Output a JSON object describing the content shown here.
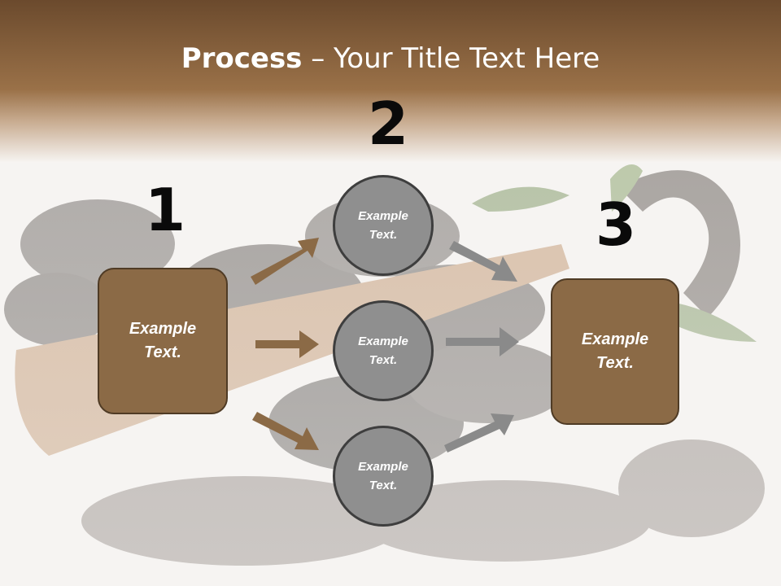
{
  "title": {
    "bold": "Process",
    "rest": " – Your Title Text Here"
  },
  "steps": {
    "one": "1",
    "two": "2",
    "three": "3"
  },
  "left_box": {
    "line1": "Example",
    "line2": "Text."
  },
  "circles": [
    {
      "line1": "Example",
      "line2": "Text."
    },
    {
      "line1": "Example",
      "line2": "Text."
    },
    {
      "line1": "Example",
      "line2": "Text."
    }
  ],
  "right_box": {
    "line1": "Example",
    "line2": "Text."
  },
  "colors": {
    "banner": "#6f4f31",
    "box_fill": "#8b6a46",
    "brown_arrow": "#8b6a46",
    "gray_arrow": "#8a8a8a",
    "circle_fill": "#8f8f8f"
  }
}
